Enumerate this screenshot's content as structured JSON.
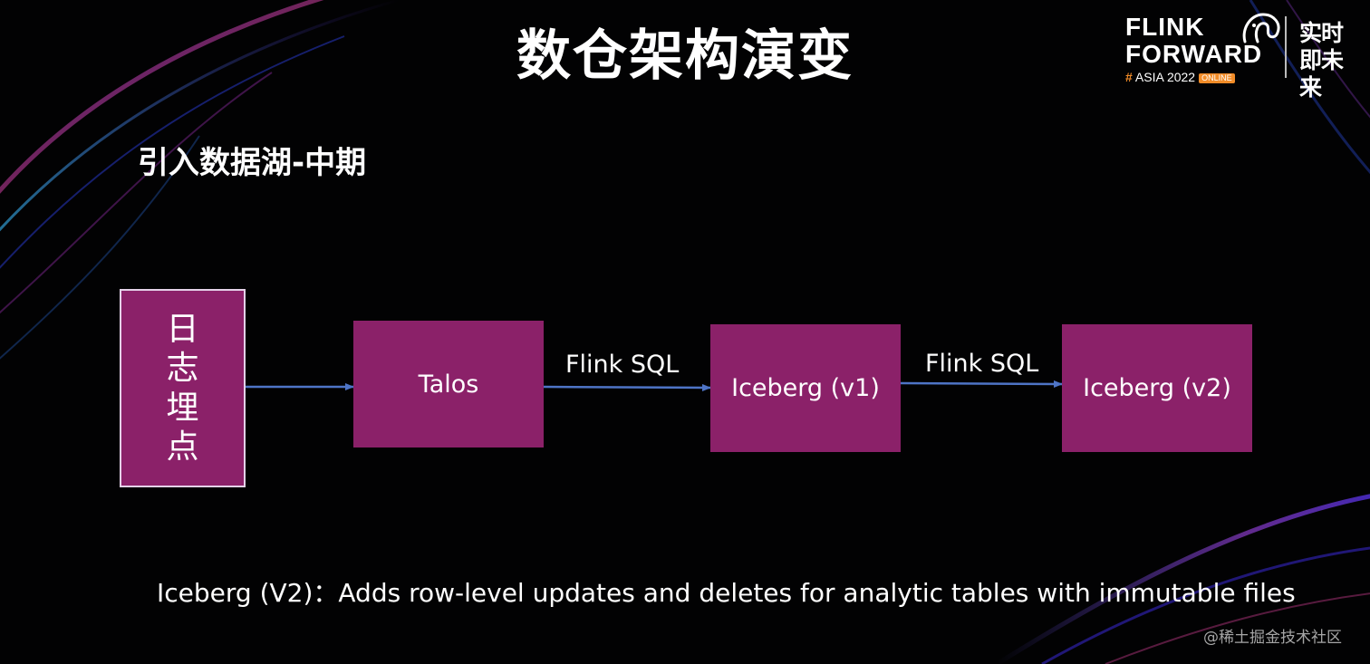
{
  "title": "数仓架构演变",
  "subtitle": "引入数据湖-中期",
  "logo": {
    "line1": "FLINK",
    "line2": "FORWARD",
    "hash": "#",
    "event": "ASIA 2022",
    "badge": "ONLINE",
    "slogan": "实时即未来",
    "mascot_icon": "squirrel-icon"
  },
  "diagram": {
    "nodes": {
      "logs": "日志埋点",
      "talos": "Talos",
      "iceberg_v1": "Iceberg (v1)",
      "iceberg_v2": "Iceberg (v2)"
    },
    "edges": {
      "talos_to_v1": "Flink SQL",
      "v1_to_v2": "Flink SQL"
    }
  },
  "footnote": "Iceberg (V2)：Adds row-level updates and deletes for analytic tables with immutable files",
  "watermark": "@稀土掘金技术社区",
  "colors": {
    "node_fill": "#8b2169",
    "node_border": "#e4d1e8",
    "arrow": "#4e74c6",
    "accent": "#f28c28",
    "background": "#020203"
  }
}
